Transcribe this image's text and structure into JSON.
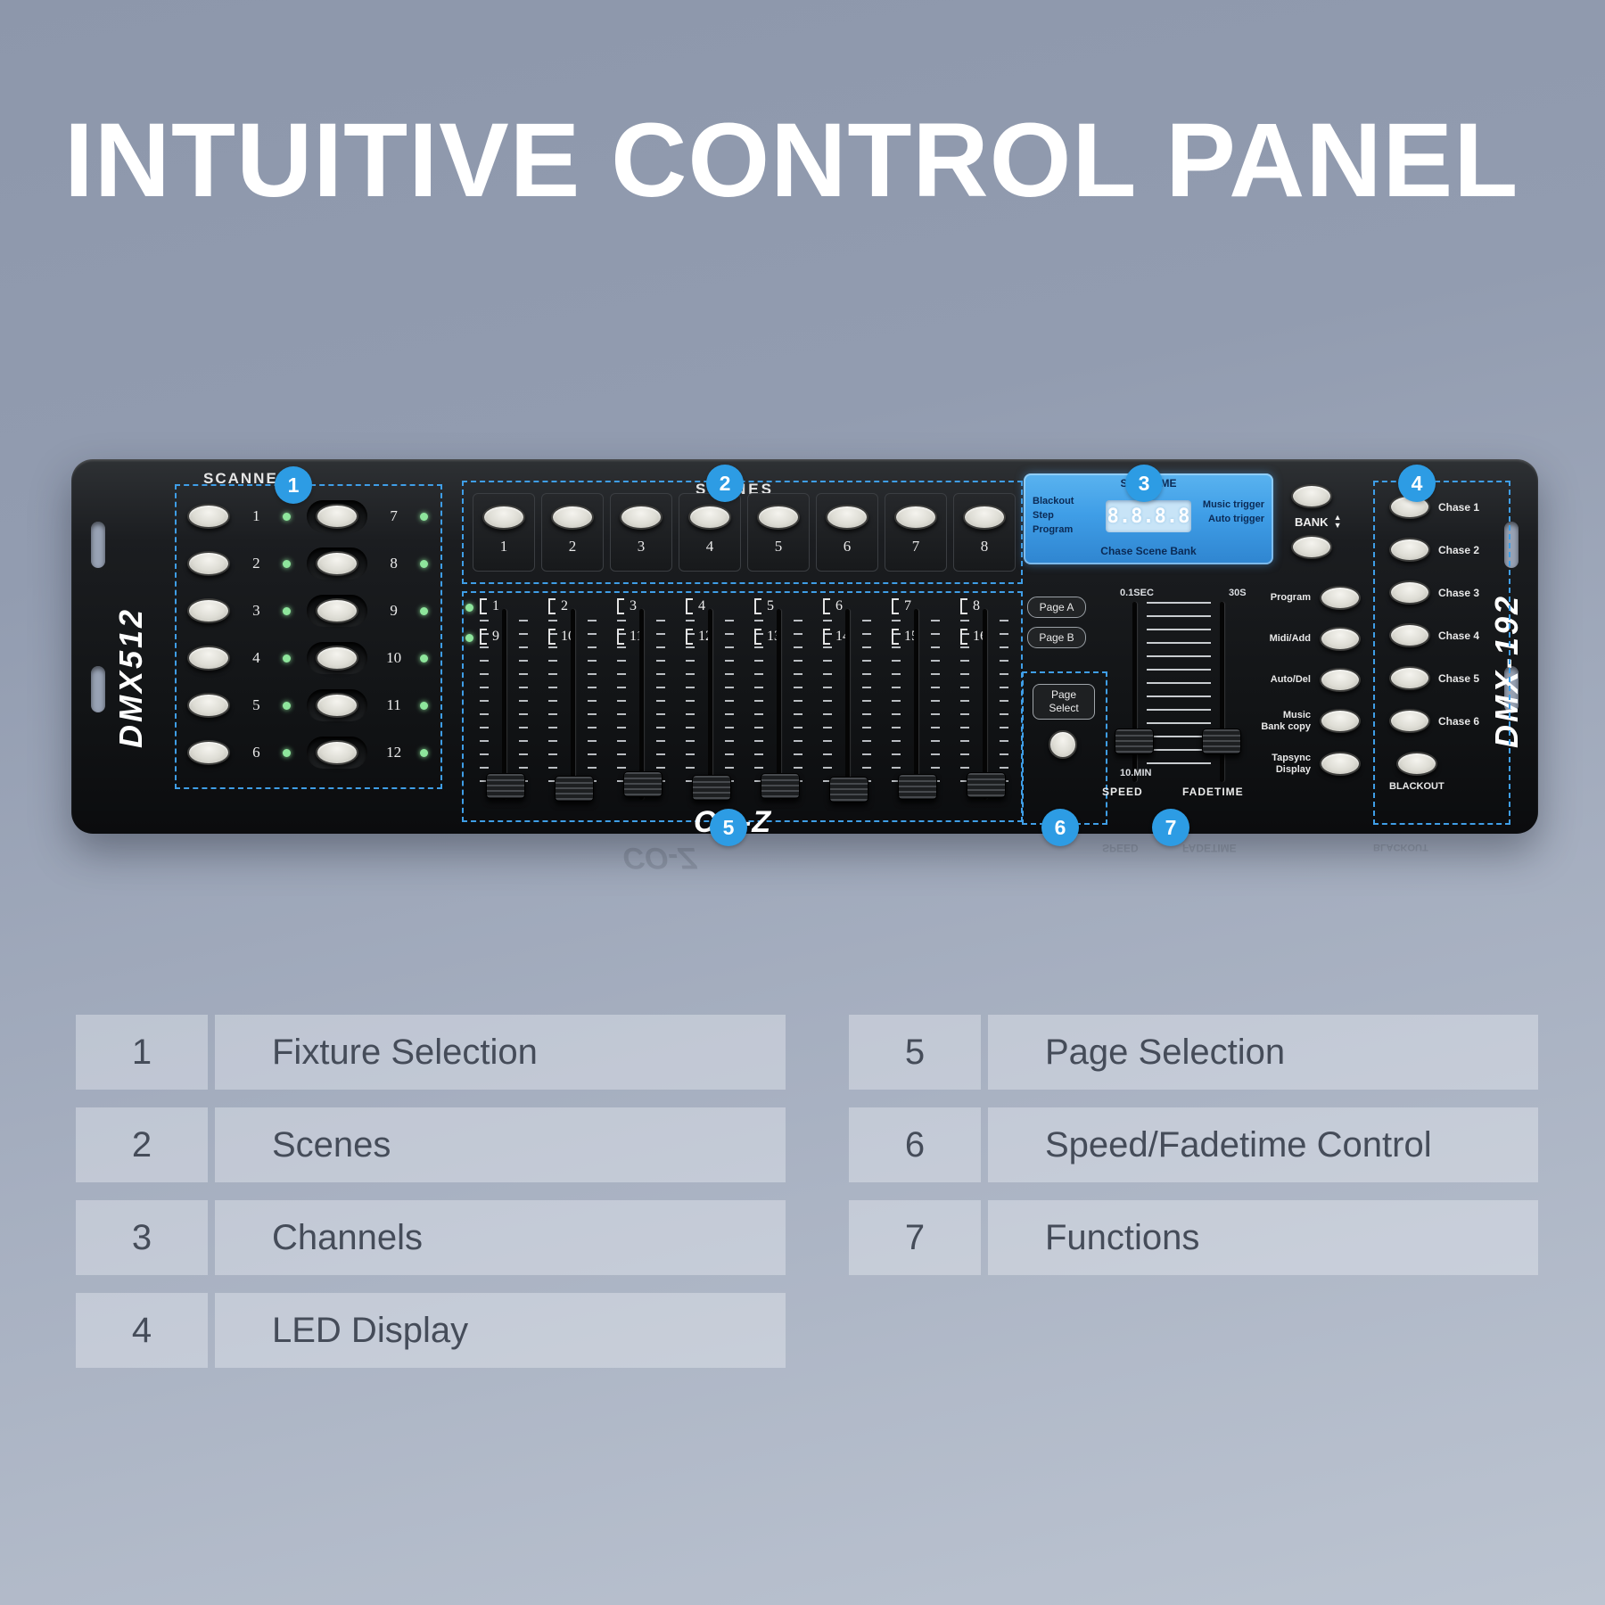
{
  "title": "INTUITIVE CONTROL PANEL",
  "panel": {
    "brand_left": "DMX512",
    "brand_right": "DMX-192",
    "logo": "CO-Z",
    "badges": [
      "1",
      "2",
      "3",
      "4",
      "5",
      "6",
      "7"
    ],
    "scanners": {
      "label": "SCANNERS",
      "left": [
        "1",
        "2",
        "3",
        "4",
        "5",
        "6"
      ],
      "right": [
        "7",
        "8",
        "9",
        "10",
        "11",
        "12"
      ]
    },
    "scenes": {
      "label": "SCENES",
      "numbers": [
        "1",
        "2",
        "3",
        "4",
        "5",
        "6",
        "7",
        "8"
      ]
    },
    "channels": {
      "row1": [
        "1",
        "2",
        "3",
        "4",
        "5",
        "6",
        "7",
        "8"
      ],
      "row2": [
        "9",
        "10",
        "11",
        "12",
        "13",
        "14",
        "15",
        "16"
      ],
      "page_a": "Page A",
      "page_b": "Page B"
    },
    "page_select": {
      "line1": "Page",
      "line2": "Select"
    },
    "display": {
      "title": "STEP TIME",
      "left_lines": [
        "Blackout",
        "Step",
        "Program"
      ],
      "right_lines": [
        "Music trigger",
        "Auto trigger"
      ],
      "digits": "8.8.8.8",
      "bottom": "Chase Scene Bank"
    },
    "speed_fade": {
      "top_left": "0.1SEC",
      "top_right": "30S",
      "bottom_left": "10.MIN",
      "speed": "SPEED",
      "fade": "FADETIME"
    },
    "functions": {
      "bank": "BANK",
      "up": "▲",
      "down": "▼",
      "items": [
        "Program",
        "Midi/Add",
        "Auto/Del"
      ],
      "music_line1": "Music",
      "music_line2": "Bank copy",
      "tap_line1": "Tapsync",
      "tap_line2": "Display"
    },
    "chase": {
      "items": [
        "Chase 1",
        "Chase 2",
        "Chase 3",
        "Chase 4",
        "Chase 5",
        "Chase 6"
      ],
      "blackout": "BLACKOUT"
    }
  },
  "legend": {
    "left": [
      {
        "num": "1",
        "label": "Fixture Selection"
      },
      {
        "num": "2",
        "label": "Scenes"
      },
      {
        "num": "3",
        "label": "Channels"
      },
      {
        "num": "4",
        "label": "LED Display"
      }
    ],
    "right": [
      {
        "num": "5",
        "label": "Page Selection"
      },
      {
        "num": "6",
        "label": "Speed/Fadetime Control"
      },
      {
        "num": "7",
        "label": "Functions"
      }
    ]
  },
  "colors": {
    "accent": "#2d9ce4",
    "display_blue": "#3f9ee7",
    "led_green": "#8ee69c"
  }
}
